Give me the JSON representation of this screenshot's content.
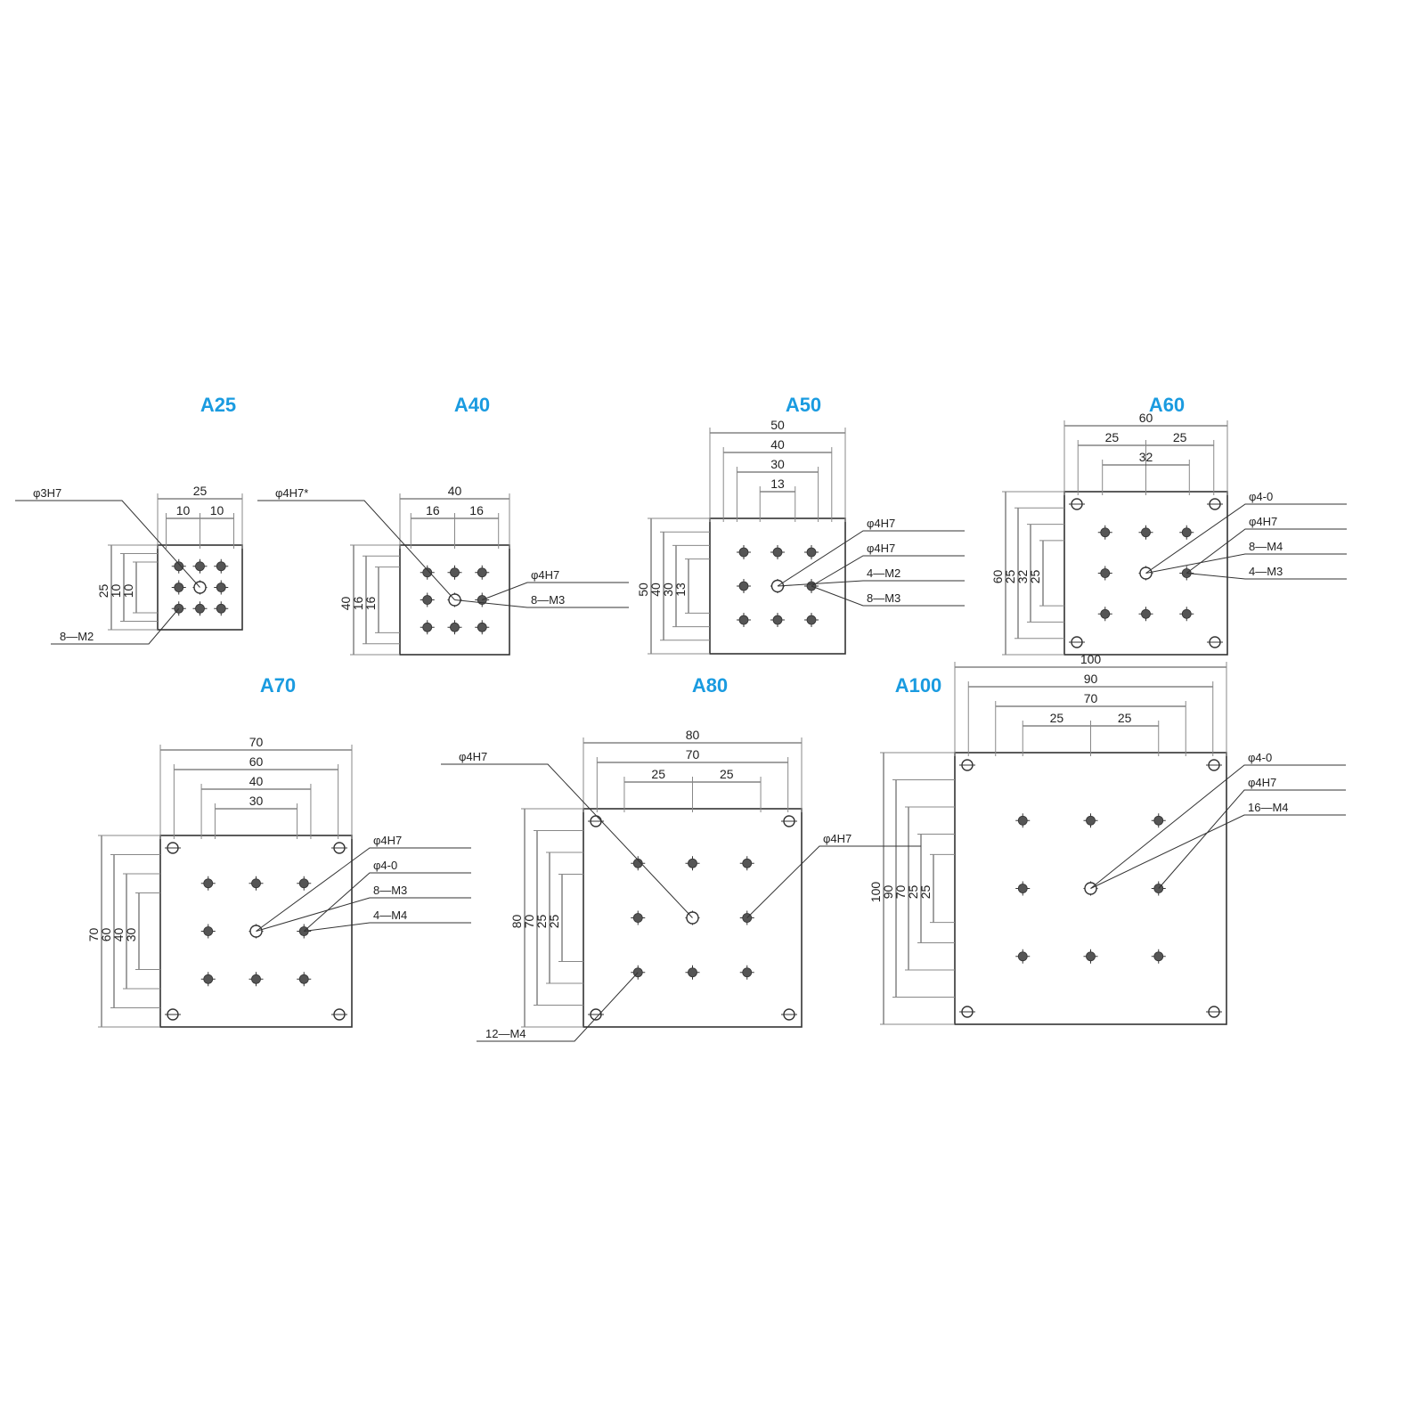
{
  "panels": [
    {
      "id": "A25",
      "title": "A25",
      "size": 25,
      "dims_top": [
        [
          "25"
        ],
        [
          "10",
          "10"
        ]
      ],
      "dims_left": [
        "25",
        "10",
        "10"
      ],
      "labels": [
        "φ3H7",
        "8—M2"
      ]
    },
    {
      "id": "A40",
      "title": "A40",
      "size": 40,
      "dims_top": [
        [
          "40"
        ],
        [
          "16",
          "16"
        ]
      ],
      "dims_left": [
        "40",
        "16",
        "16"
      ],
      "labels": [
        "φ4H7*",
        "φ4H7",
        "8—M3"
      ]
    },
    {
      "id": "A50",
      "title": "A50",
      "size": 50,
      "dims_top": [
        [
          "50"
        ],
        [
          "40"
        ],
        [
          "30"
        ],
        [
          "13"
        ]
      ],
      "dims_left": [
        "50",
        "40",
        "30",
        "13"
      ],
      "labels": [
        "φ4H7",
        "φ4H7",
        "4—M2",
        "8—M3"
      ]
    },
    {
      "id": "A60",
      "title": "A60",
      "size": 60,
      "dims_top": [
        [
          "60"
        ],
        [
          "25",
          "25"
        ],
        [
          "32"
        ]
      ],
      "dims_left": [
        "60",
        "25",
        "32",
        "25"
      ],
      "labels": [
        "φ4-0",
        "φ4H7",
        "8—M4",
        "4—M3"
      ]
    },
    {
      "id": "A70",
      "title": "A70",
      "size": 70,
      "dims_top": [
        [
          "70"
        ],
        [
          "60"
        ],
        [
          "40"
        ],
        [
          "30"
        ]
      ],
      "dims_left": [
        "70",
        "60",
        "40",
        "30"
      ],
      "labels": [
        "φ4H7",
        "φ4-0",
        "8—M3",
        "4—M4"
      ]
    },
    {
      "id": "A80",
      "title": "A80",
      "size": 80,
      "dims_top": [
        [
          "80"
        ],
        [
          "70"
        ],
        [
          "25",
          "25"
        ]
      ],
      "dims_left": [
        "80",
        "70",
        "25",
        "25"
      ],
      "labels": [
        "φ4H7",
        "φ4H7",
        "12—M4"
      ]
    },
    {
      "id": "A100",
      "title": "A100",
      "size": 100,
      "dims_top": [
        [
          "100"
        ],
        [
          "90"
        ],
        [
          "70"
        ],
        [
          "25",
          "25"
        ]
      ],
      "dims_left": [
        "100",
        "90",
        "70",
        "25",
        "25"
      ],
      "labels": [
        "φ4-0",
        "φ4H7",
        "16—M4"
      ]
    }
  ]
}
